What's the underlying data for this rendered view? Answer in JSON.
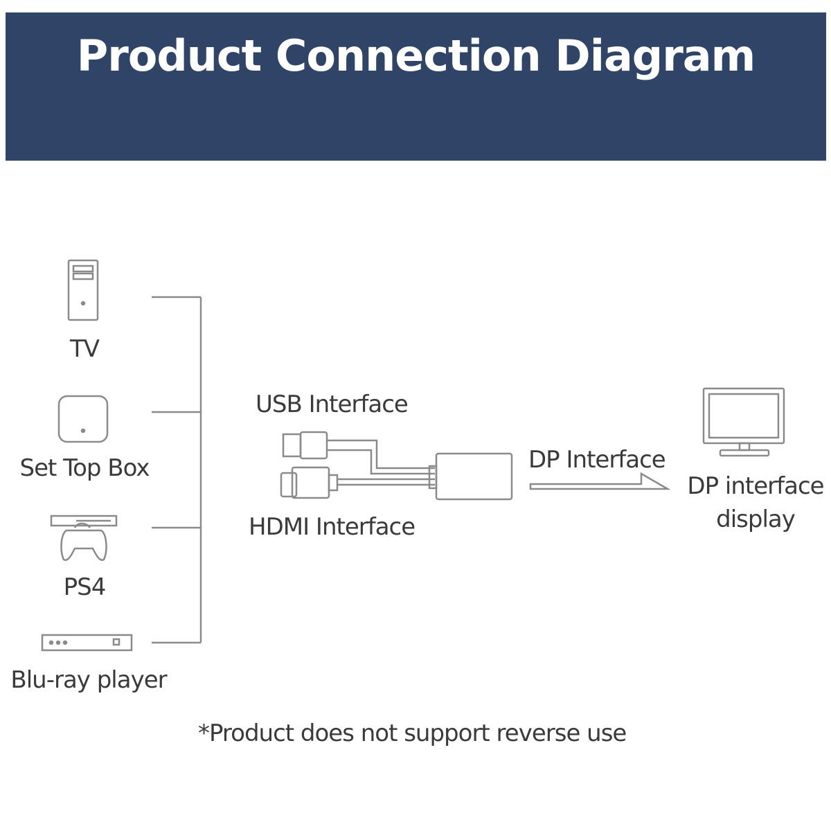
{
  "header": {
    "title": "Product Connection Diagram"
  },
  "sources": [
    {
      "label": "TV",
      "icon": "tower-device-icon"
    },
    {
      "label": "Set Top Box",
      "icon": "set-top-box-icon"
    },
    {
      "label": "PS4",
      "icon": "game-console-icon"
    },
    {
      "label": "Blu-ray player",
      "icon": "bluray-player-icon"
    }
  ],
  "adapter": {
    "usb_label": "USB Interface",
    "hdmi_label": "HDMI Interface",
    "dp_label": "DP Interface"
  },
  "display": {
    "label_line1": "DP interface",
    "label_line2": "display"
  },
  "footnote": "*Product does not support reverse use",
  "colors": {
    "banner": "#2f4467",
    "stroke": "#8a8a8a",
    "text": "#3a3a3a"
  }
}
